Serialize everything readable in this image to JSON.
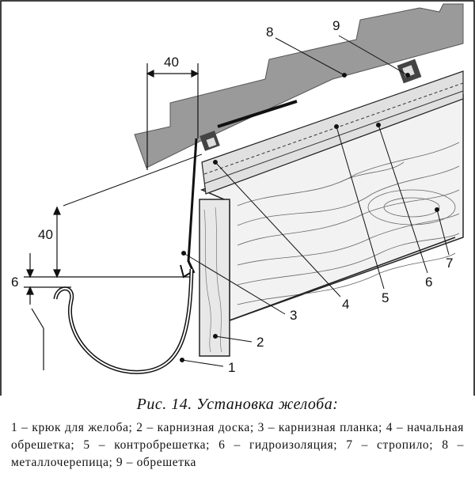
{
  "figure": {
    "dimensions": {
      "horizontal": "40",
      "vertical": "40",
      "small": "6"
    },
    "callouts": [
      "1",
      "2",
      "3",
      "4",
      "5",
      "6",
      "7",
      "8",
      "9"
    ]
  },
  "caption": {
    "title": "Рис. 14. Установка желоба:",
    "text": "1 – крюк для желоба; 2 – карнизная доска; 3 – карнизная планка; 4 – начальная обрешетка; 5 – контробрешетка; 6 – гидроизоляция; 7 – стропило; 8 – металлочерепица; 9 – обрешетка"
  }
}
